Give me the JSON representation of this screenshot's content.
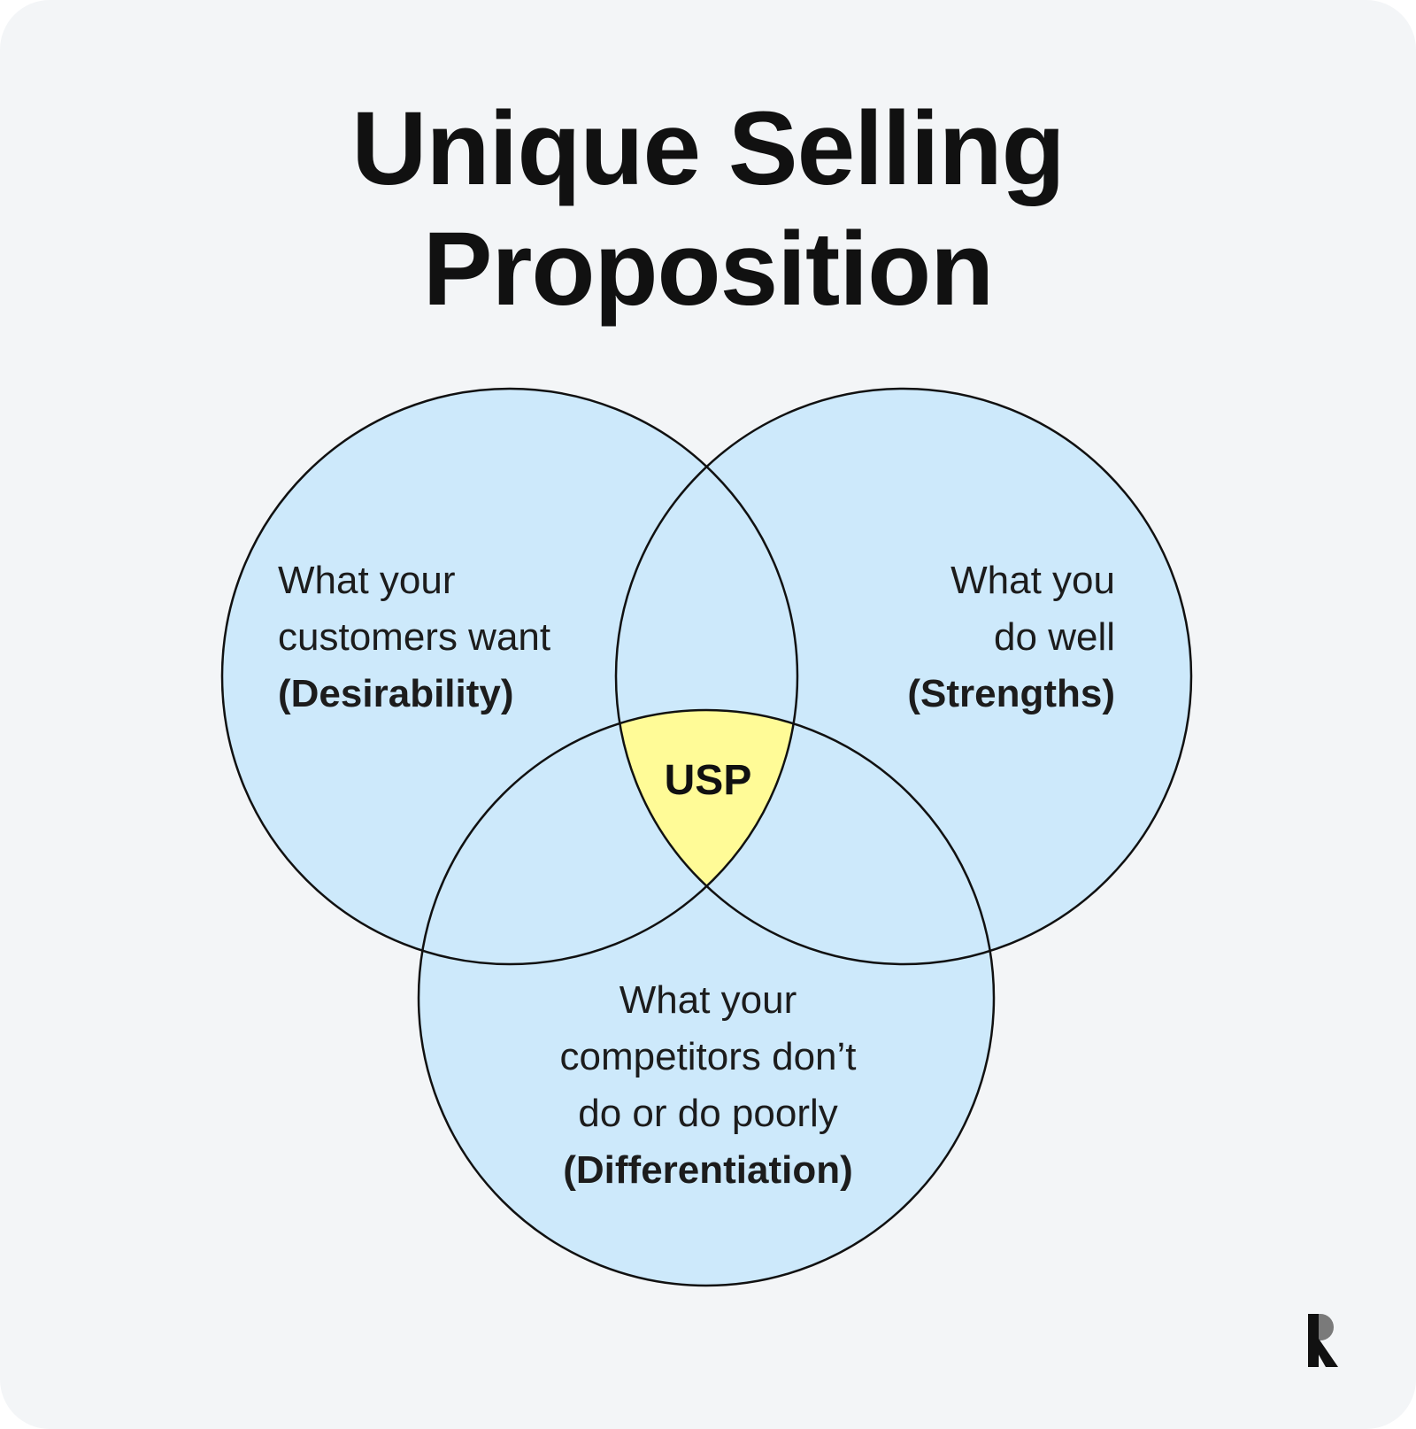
{
  "title": {
    "line1": "Unique Selling",
    "line2": "Proposition"
  },
  "circles": {
    "desirability": {
      "line1": "What your",
      "line2": "customers want",
      "strong": "(Desirability)"
    },
    "strengths": {
      "line1": "What you",
      "line2": "do well",
      "strong": "(Strengths)"
    },
    "differentiation": {
      "line1": "What your",
      "line2": "competitors don’t",
      "line3": "do or do poorly",
      "strong": "(Differentiation)"
    }
  },
  "center_label": "USP",
  "colors": {
    "background": "#f3f5f7",
    "circle_fill": "#cde9fb",
    "overlap_fill": "#fffb97",
    "stroke": "#111111",
    "text": "#1c1c1c"
  },
  "icons": {
    "logo": "brand-r-logo-icon"
  }
}
